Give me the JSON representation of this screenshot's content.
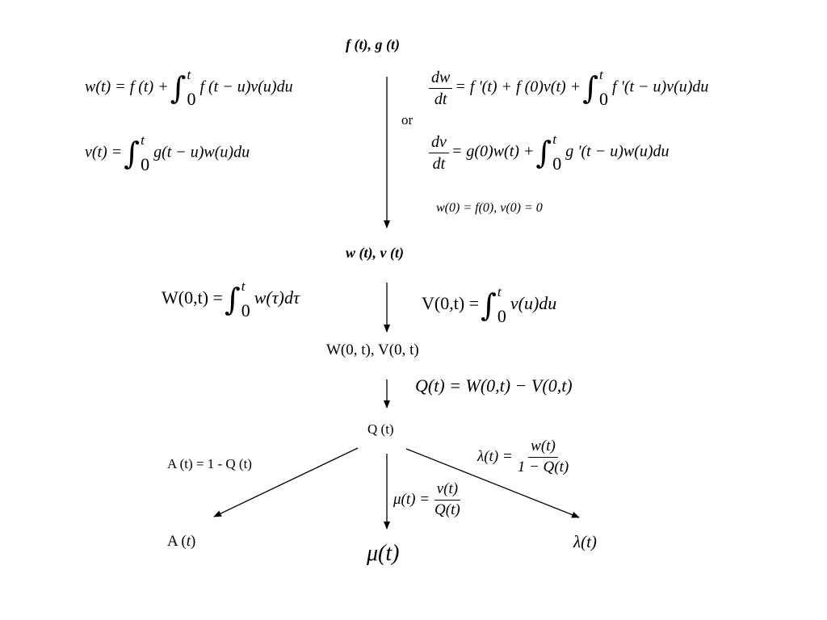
{
  "nodes": {
    "fg": "f (t), g (t)",
    "wv": "w (t), v (t)",
    "WV": "W(0,  t), V(0,  t)",
    "Q": "Q (t)",
    "A": "A (",
    "A_t": "t",
    "A_close": ")",
    "mu": "μ(t)",
    "lambda": "λ(t)"
  },
  "stage1": {
    "w_lhs": "w(t) = f (t) +",
    "w_upper": "t",
    "w_lower": "0",
    "w_rhs": "f (t − u)v(u)du",
    "v_lhs": "v(t) =",
    "v_upper": "t",
    "v_lower": "0",
    "v_rhs": "g(t − u)w(u)du",
    "or": "or",
    "dw_num": "dw",
    "dw_den": "dt",
    "dw_rhs_a": "= f '(t) + f (0)v(t) +",
    "dw_upper": "t",
    "dw_lower": "0",
    "dw_rhs_b": "f '(t − u)v(u)du",
    "dv_num": "dv",
    "dv_den": "dt",
    "dv_rhs_a": "= g(0)w(t) +",
    "dv_upper": "t",
    "dv_lower": "0",
    "dv_rhs_b": "g '(t − u)w(u)du",
    "initial": "w(0) = f(0),  v(0) = 0"
  },
  "stage2": {
    "W_lhs": "W(0,t) =",
    "W_upper": "t",
    "W_lower": "0",
    "W_rhs": "w(τ)dτ",
    "V_lhs": "V(0,t) =",
    "V_upper": "t",
    "V_lower": "0",
    "V_rhs": "v(u)du"
  },
  "stage3": {
    "Q_eq": "Q(t) = W(0,t) − V(0,t)"
  },
  "stage4": {
    "A_eq": "A (t) = 1 - Q (t)",
    "mu_lhs": "μ(t) =",
    "mu_num": "v(t)",
    "mu_den": "Q(t)",
    "lambda_lhs": "λ(t) =",
    "lambda_num": "w(t)",
    "lambda_den": "1 − Q(t)"
  }
}
